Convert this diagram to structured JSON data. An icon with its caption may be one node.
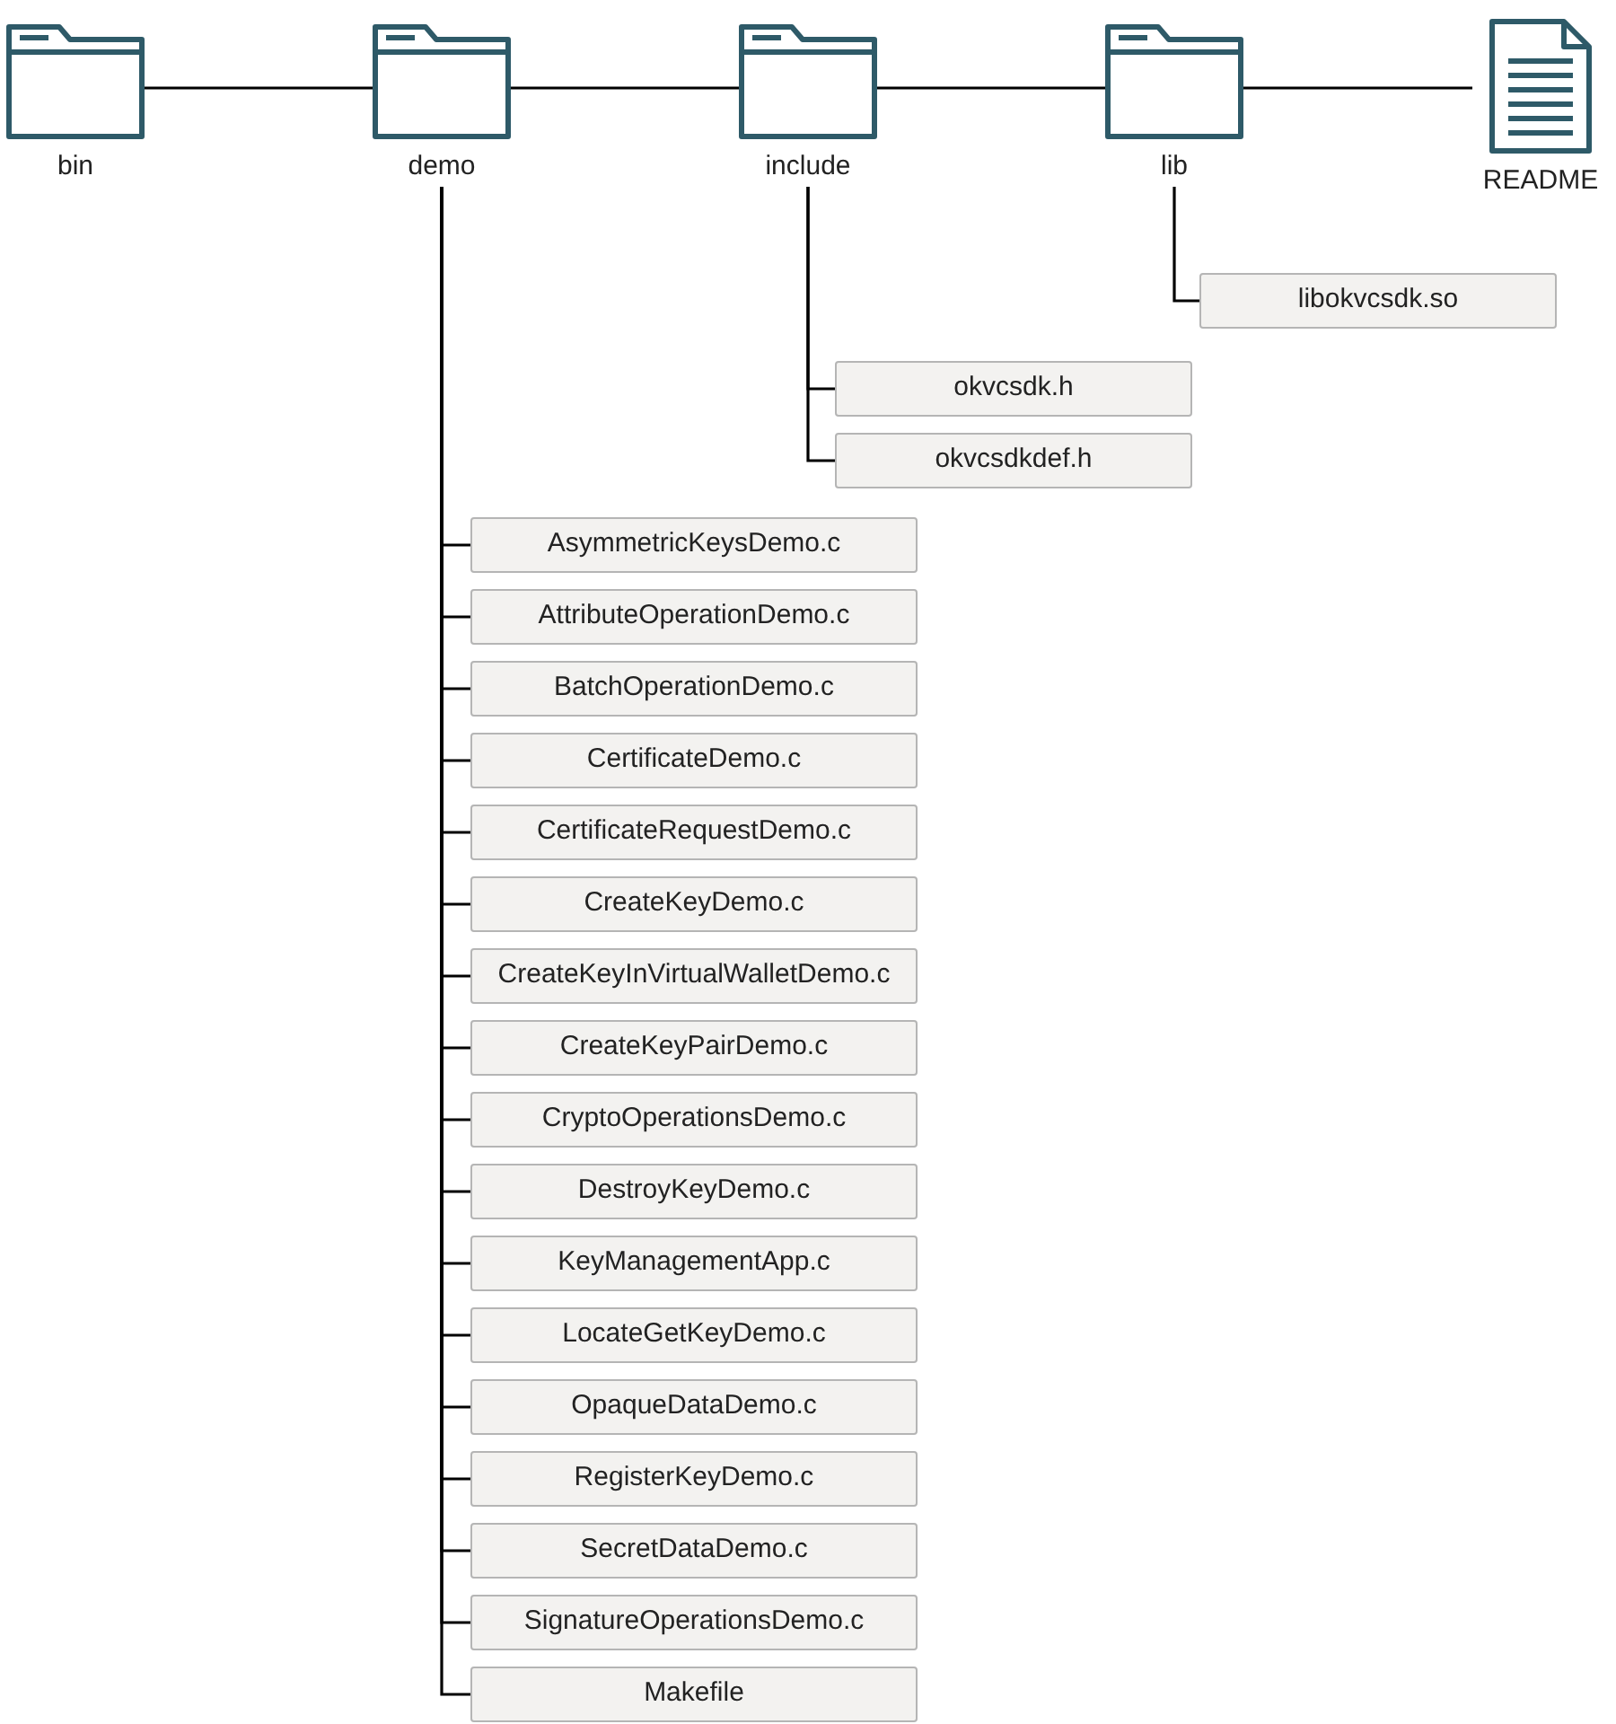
{
  "diagram": {
    "nodes": [
      {
        "text": [
          "bin"
        ]
      },
      {
        "text": [
          "demo"
        ]
      },
      {
        "text": [
          "include"
        ]
      },
      {
        "text": [
          "lib"
        ]
      },
      {
        "text": [
          "README"
        ]
      },
      {
        "text": [
          "libokvcsdk.so"
        ]
      },
      {
        "text": [
          "okvcsdk.h"
        ]
      },
      {
        "text": [
          "okvcsdkdef.h"
        ]
      },
      {
        "text": [
          "AsymmetricKeysDemo.c"
        ]
      },
      {
        "text": [
          "AttributeOperationDemo.c"
        ]
      },
      {
        "text": [
          "BatchOperationDemo.c"
        ]
      },
      {
        "text": [
          "CertificateDemo.c"
        ]
      },
      {
        "text": [
          "CertificateRequestDemo.c"
        ]
      },
      {
        "text": [
          "CreateKeyDemo.c"
        ]
      },
      {
        "text": [
          "CreateKeyInVirtualWalletDemo.c"
        ]
      },
      {
        "text": [
          "CreateKeyPairDemo.c"
        ]
      },
      {
        "text": [
          "CryptoOperationsDemo.c"
        ]
      },
      {
        "text": [
          "DestroyKeyDemo.c"
        ]
      },
      {
        "text": [
          "KeyManagementApp.c"
        ]
      },
      {
        "text": [
          "LocateGetKeyDemo.c"
        ]
      },
      {
        "text": [
          "OpaqueDataDemo.c"
        ]
      },
      {
        "text": [
          "RegisterKeyDemo.c"
        ]
      },
      {
        "text": [
          "SecretDataDemo.c"
        ]
      },
      {
        "text": [
          "SignatureOperationsDemo.c"
        ]
      },
      {
        "text": [
          "Makefile"
        ]
      }
    ],
    "edges": [
      {
        "from": 0,
        "to": 1,
        "arrow": "none"
      },
      {
        "from": 1,
        "to": 2,
        "arrow": "none"
      },
      {
        "from": 2,
        "to": 3,
        "arrow": "none"
      },
      {
        "from": 3,
        "to": 4,
        "arrow": "none"
      },
      {
        "from": 3,
        "to": 5,
        "arrow": "none"
      },
      {
        "from": 2,
        "to": 6,
        "arrow": "none"
      },
      {
        "from": 2,
        "to": 7,
        "arrow": "none"
      },
      {
        "from": 1,
        "to": 8,
        "arrow": "none"
      },
      {
        "from": 1,
        "to": 9,
        "arrow": "none"
      },
      {
        "from": 1,
        "to": 10,
        "arrow": "none"
      },
      {
        "from": 1,
        "to": 11,
        "arrow": "none"
      },
      {
        "from": 1,
        "to": 12,
        "arrow": "none"
      },
      {
        "from": 1,
        "to": 13,
        "arrow": "none"
      },
      {
        "from": 1,
        "to": 14,
        "arrow": "none"
      },
      {
        "from": 1,
        "to": 15,
        "arrow": "none"
      },
      {
        "from": 1,
        "to": 16,
        "arrow": "none"
      },
      {
        "from": 1,
        "to": 17,
        "arrow": "none"
      },
      {
        "from": 1,
        "to": 18,
        "arrow": "none"
      },
      {
        "from": 1,
        "to": 19,
        "arrow": "none"
      },
      {
        "from": 1,
        "to": 20,
        "arrow": "none"
      },
      {
        "from": 1,
        "to": 21,
        "arrow": "none"
      },
      {
        "from": 1,
        "to": 22,
        "arrow": "none"
      },
      {
        "from": 1,
        "to": 23,
        "arrow": "none"
      },
      {
        "from": 1,
        "to": 24,
        "arrow": "none"
      }
    ]
  }
}
